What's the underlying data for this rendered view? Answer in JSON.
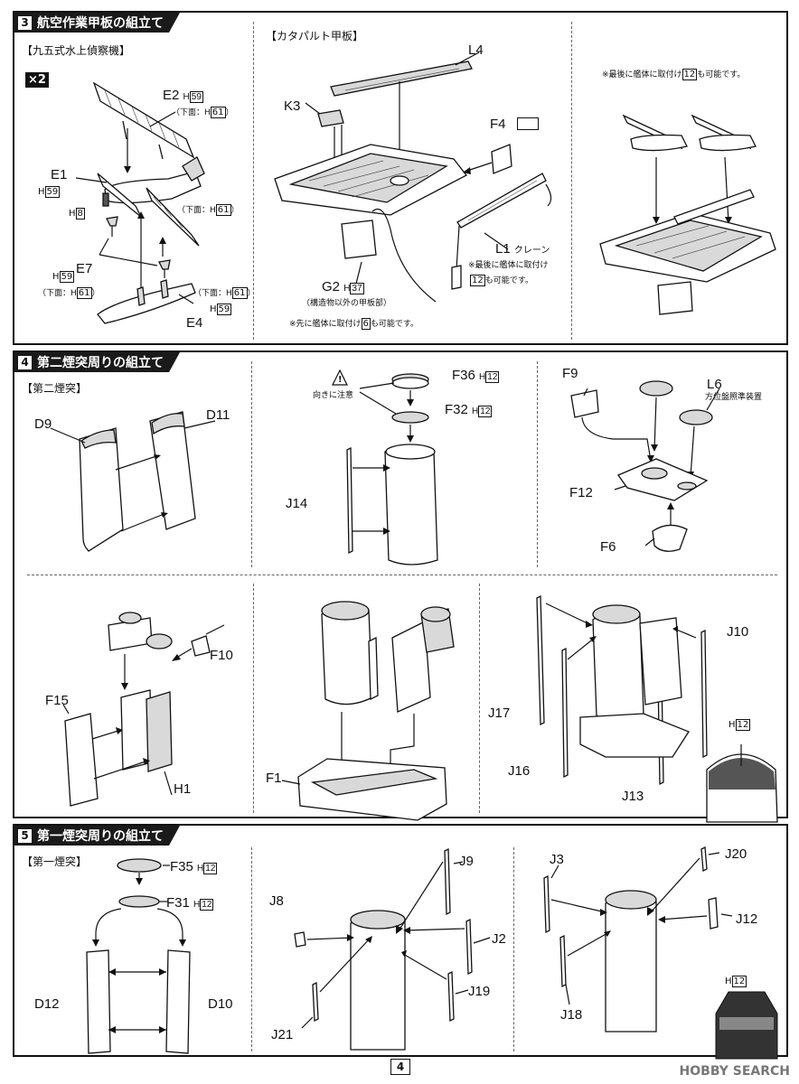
{
  "page_number": "4",
  "watermark": "HOBBY SEARCH",
  "step3": {
    "num": "3",
    "title": "航空作業甲板の組立て",
    "panel_a": {
      "subtitle": "【九五式水上偵察機】",
      "qty": "×2",
      "e2": "E2",
      "e2_sub": "H",
      "e2_sub_num": "59",
      "e2_note": "（下面：H",
      "e2_note_num": "61",
      "e2_note_end": "）",
      "e1": "E1",
      "e1_sub": "H",
      "e1_sub_num": "59",
      "e1_note": "（下面：H",
      "e1_note_num": "61",
      "e1_note_end": "）",
      "h8": "H",
      "h8_num": "8",
      "e7": "E7",
      "e7_sub": "H",
      "e7_sub_num": "59",
      "e7_note": "（下面：H",
      "e7_note_num": "61",
      "e7_note_end": "）",
      "e4": "E4",
      "e4_sub": "H",
      "e4_sub_num": "59",
      "e4_note": "（下面：H",
      "e4_note_num": "61",
      "e4_note_end": "）"
    },
    "panel_b": {
      "subtitle": "【カタパルト甲板】",
      "l4": "L4",
      "k3": "K3",
      "f4": "F4",
      "l1": "L1",
      "l1_name": "クレーン",
      "l1_note1": "※最後に艦体に取付け",
      "l1_note_num": "12",
      "l1_note2": "も可能です。",
      "g2": "G2",
      "g2_sub": "H",
      "g2_sub_num": "37",
      "g2_note": "（構造物以外の甲板部）",
      "foot1": "※先に艦体に取付け",
      "foot_num": "6",
      "foot2": "も可能です。"
    },
    "panel_c": {
      "note1": "※最後に艦体に取付け",
      "note_num": "12",
      "note2": "も可能です。"
    }
  },
  "step4": {
    "num": "4",
    "title": "第二煙突周りの組立て",
    "subtitle": "【第二煙突】",
    "d9": "D9",
    "d11": "D11",
    "caution": "向きに注意",
    "f36": "F36",
    "f36_h": "H",
    "f36_num": "12",
    "f32": "F32",
    "f32_h": "H",
    "f32_num": "12",
    "j14": "J14",
    "f9": "F9",
    "l6": "L6",
    "l6_name": "方位盤照準装置",
    "f12": "F12",
    "f6": "F6",
    "f10": "F10",
    "f15": "F15",
    "h1": "H1",
    "f1": "F1",
    "j10": "J10",
    "j17": "J17",
    "j16": "J16",
    "j13": "J13",
    "h12": "H",
    "h12_num": "12"
  },
  "step5": {
    "num": "5",
    "title": "第一煙突周りの組立て",
    "subtitle": "【第一煙突】",
    "f35": "F35",
    "f35_h": "H",
    "f35_num": "12",
    "f31": "F31",
    "f31_h": "H",
    "f31_num": "12",
    "d12": "D12",
    "d10": "D10",
    "j9": "J9",
    "j8": "J8",
    "j2": "J2",
    "j19": "J19",
    "j21": "J21",
    "j3": "J3",
    "j20": "J20",
    "j12": "J12",
    "j18": "J18",
    "h12": "H",
    "h12_num": "12"
  }
}
